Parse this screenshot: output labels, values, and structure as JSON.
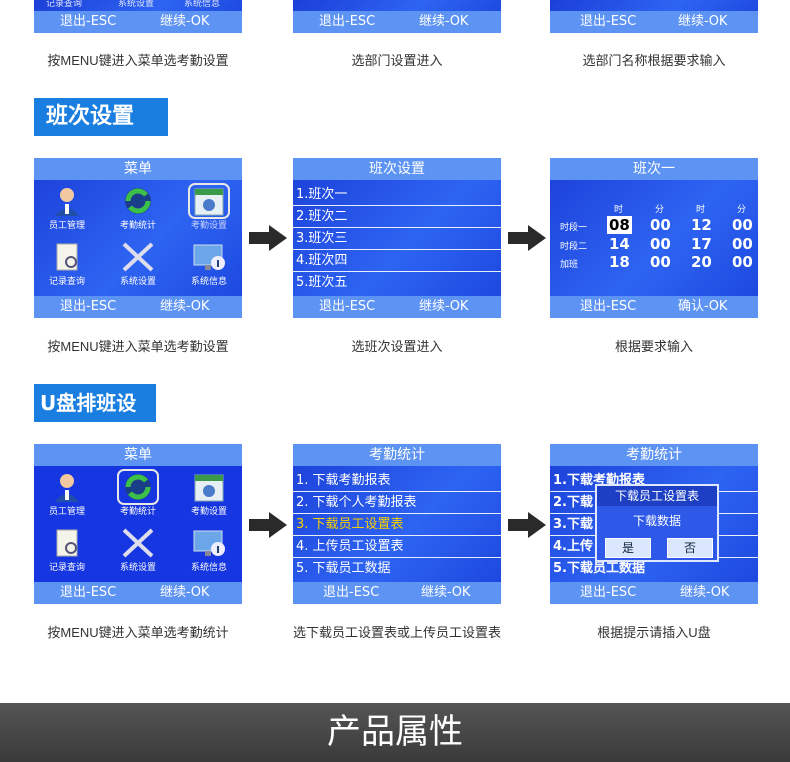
{
  "top_row": {
    "screens": [
      {
        "footer_left": "退出-ESC",
        "footer_right": "继续-OK",
        "partial_labels": [
          "记录查询",
          "系统设置",
          "系统信息"
        ]
      },
      {
        "footer_left": "退出-ESC",
        "footer_right": "继续-OK"
      },
      {
        "footer_left": "退出-ESC",
        "footer_right": "继续-OK"
      }
    ],
    "captions": [
      "按MENU键进入菜单选考勤设置",
      "选部门设置进入",
      "选部门名称根据要求输入"
    ]
  },
  "shift_section": {
    "title": "班次设置",
    "menu": {
      "title": "菜单",
      "items": [
        "员工管理",
        "考勤统计",
        "考勤设置",
        "记录查询",
        "系统设置",
        "系统信息"
      ],
      "footer_left": "退出-ESC",
      "footer_right": "继续-OK"
    },
    "list": {
      "title": "班次设置",
      "items": [
        "1.班次一",
        "2.班次二",
        "3.班次三",
        "4.班次四",
        "5.班次五"
      ],
      "footer_left": "退出-ESC",
      "footer_right": "继续-OK"
    },
    "detail": {
      "title": "班次一",
      "headers": [
        "时",
        "分",
        "时",
        "分"
      ],
      "rows": [
        {
          "label": "时段一",
          "values": [
            "08",
            "00",
            "12",
            "00"
          ]
        },
        {
          "label": "时段二",
          "values": [
            "14",
            "00",
            "17",
            "00"
          ]
        },
        {
          "label": "加班",
          "values": [
            "18",
            "00",
            "20",
            "00"
          ]
        }
      ],
      "footer_left": "退出-ESC",
      "footer_right": "确认-OK"
    },
    "captions": [
      "按MENU键进入菜单选考勤设置",
      "选班次设置进入",
      "根据要求输入"
    ]
  },
  "usb_section": {
    "title": "U盘排班设置",
    "menu": {
      "title": "菜单",
      "items": [
        "员工管理",
        "考勤统计",
        "考勤设置",
        "记录查询",
        "系统设置",
        "系统信息"
      ],
      "footer_left": "退出-ESC",
      "footer_right": "继续-OK"
    },
    "list": {
      "title": "考勤统计",
      "items": [
        "1. 下载考勤报表",
        "2. 下载个人考勤报表",
        "3. 下载员工设置表",
        "4. 上传员工设置表",
        "5. 下载员工数据"
      ],
      "footer_left": "退出-ESC",
      "footer_right": "继续-OK"
    },
    "dialog_screen": {
      "title": "考勤统计",
      "bg_items": [
        "1.下载考勤报表",
        "2.下载",
        "3.下载",
        "4.上传",
        "5.下载员工数据"
      ],
      "dialog_title": "下载员工设置表",
      "dialog_text": "下载数据",
      "yes": "是",
      "no": "否",
      "footer_left": "退出-ESC",
      "footer_right": "继续-OK"
    },
    "captions": [
      "按MENU键进入菜单选考勤统计",
      "选下载员工设置表或上传员工设置表",
      "根据提示请插入U盘"
    ]
  },
  "footer_banner": "产品属性",
  "colors": {
    "screen_blue": "#2e64f2",
    "bar_blue": "#5d93f2",
    "title_blue": "#1a7de0",
    "highlight_yellow": "#f7d000"
  }
}
